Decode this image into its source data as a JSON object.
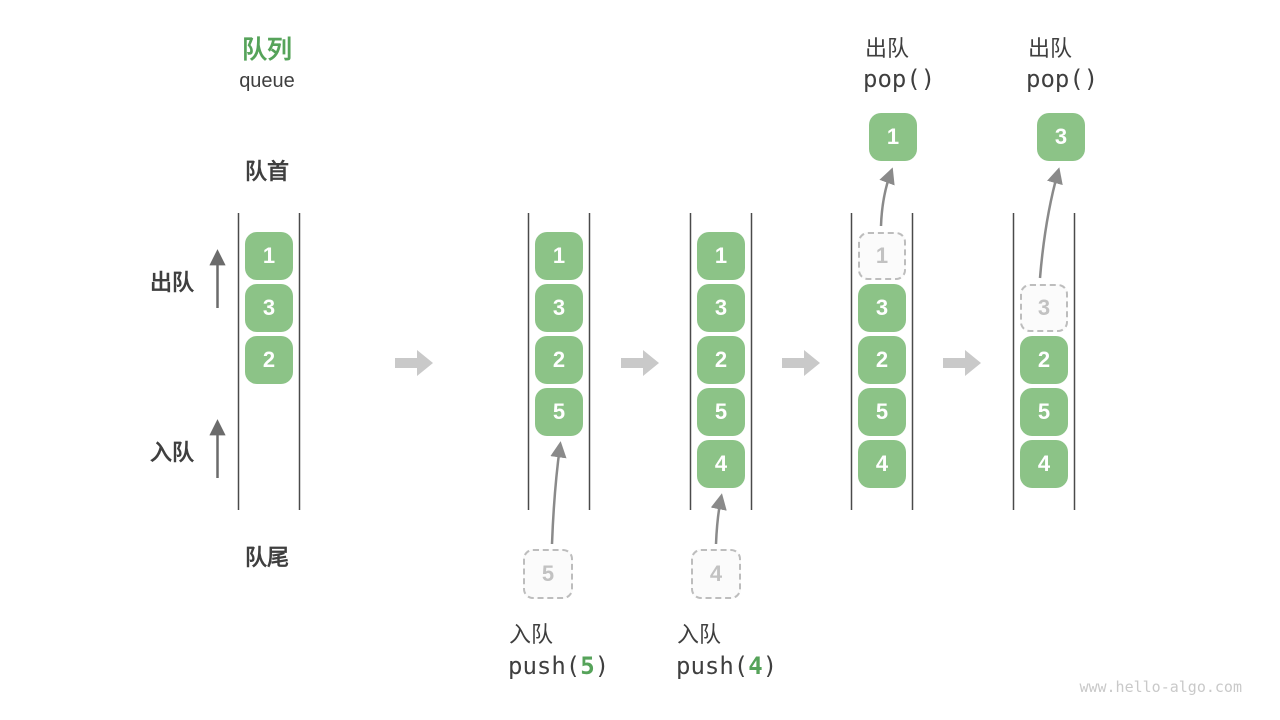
{
  "header": {
    "title_zh": "队列",
    "title_en": "queue"
  },
  "side": {
    "front": "队首",
    "rear": "队尾",
    "dequeue": "出队",
    "enqueue": "入队"
  },
  "queues": [
    {
      "boxes": [
        "1",
        "3",
        "2"
      ]
    },
    {
      "boxes": [
        "1",
        "3",
        "2",
        "5"
      ],
      "staged": "5"
    },
    {
      "boxes": [
        "1",
        "3",
        "2",
        "5",
        "4"
      ],
      "staged": "4"
    },
    {
      "dashed": "1",
      "boxes": [
        "3",
        "2",
        "5",
        "4"
      ],
      "popped": "1"
    },
    {
      "dashed": "3",
      "boxes": [
        "2",
        "5",
        "4"
      ],
      "popped": "3"
    }
  ],
  "ops": {
    "push5": {
      "label": "入队",
      "fn": "push(",
      "arg": "5",
      "close": ")"
    },
    "push4": {
      "label": "入队",
      "fn": "push(",
      "arg": "4",
      "close": ")"
    },
    "pop1": {
      "label": "出队",
      "code": "pop()"
    },
    "pop2": {
      "label": "出队",
      "code": "pop()"
    }
  },
  "watermark": "www.hello-algo.com",
  "colors": {
    "box_green": "#8cc387",
    "accent_green": "#56a35a",
    "text_dark": "#3f3f3f",
    "container_line": "#4a4a4a",
    "thin_arrow": "#8a8a8a",
    "side_arrow": "#6b6b6b",
    "block_arrow": "#c9c9c9",
    "dashed_border": "#bdbdbd",
    "dashed_text": "#c2c2c2",
    "watermark_gray": "#c9c9c9"
  }
}
